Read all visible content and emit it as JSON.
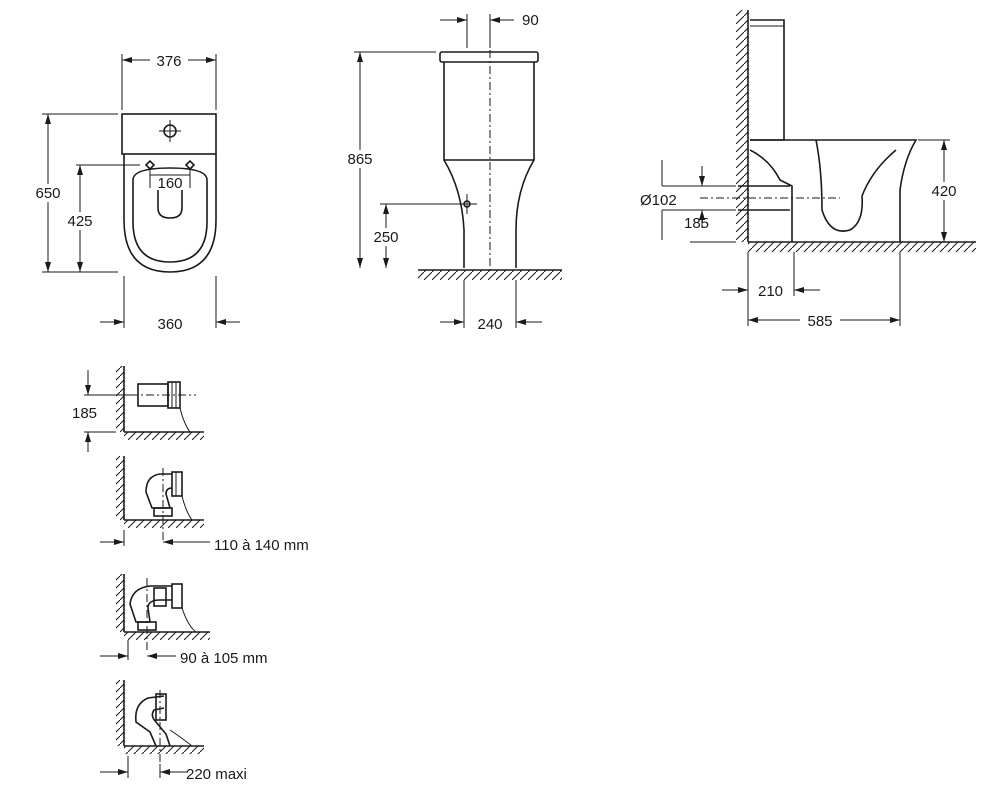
{
  "top_view": {
    "width_top": "376",
    "height_total": "650",
    "height_bowl": "425",
    "hole_spacing": "160",
    "width_bottom": "360"
  },
  "front_view": {
    "offset": "90",
    "height_total": "865",
    "height_inlet": "250",
    "base_width": "240"
  },
  "side_view": {
    "outlet_diameter": "Ø102",
    "outlet_height": "185",
    "seat_height": "420",
    "outlet_distance": "210",
    "depth": "585"
  },
  "connections": {
    "c1_height": "185",
    "c2_range": "110 à 140 mm",
    "c3_range": "90 à 105 mm",
    "c4_range": "220 maxi"
  }
}
